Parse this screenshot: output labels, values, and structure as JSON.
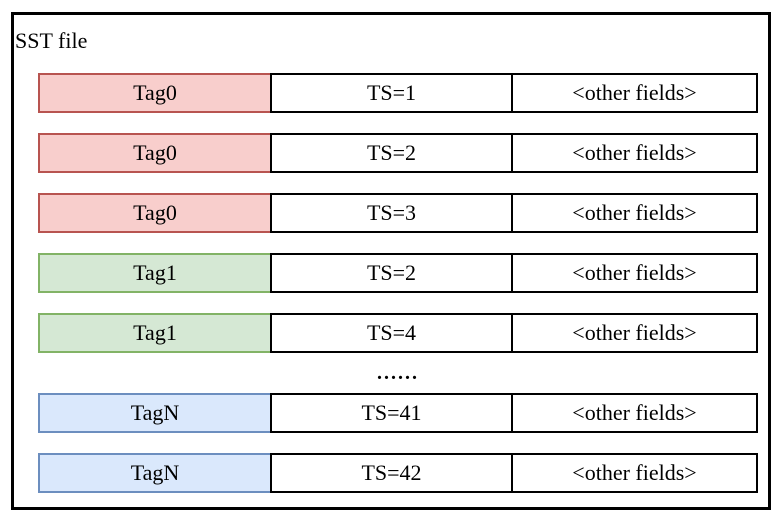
{
  "diagram": {
    "title": "SST file",
    "ellipsis": "......",
    "ellipsis_after_row": 5,
    "columns": [
      "tag",
      "timestamp",
      "other"
    ],
    "colors": {
      "red_fill": "#f8cecc",
      "red_stroke": "#b85450",
      "green_fill": "#d5e8d4",
      "green_stroke": "#82b366",
      "blue_fill": "#dae8fc",
      "blue_stroke": "#6c8ebf",
      "plain_fill": "#ffffff",
      "plain_stroke": "#000000"
    },
    "rows": [
      {
        "tag": "Tag0",
        "ts": "TS=1",
        "other": "<other fields>",
        "color": "red"
      },
      {
        "tag": "Tag0",
        "ts": "TS=2",
        "other": "<other fields>",
        "color": "red"
      },
      {
        "tag": "Tag0",
        "ts": "TS=3",
        "other": "<other fields>",
        "color": "red"
      },
      {
        "tag": "Tag1",
        "ts": "TS=2",
        "other": "<other fields>",
        "color": "green"
      },
      {
        "tag": "Tag1",
        "ts": "TS=4",
        "other": "<other fields>",
        "color": "green"
      },
      {
        "tag": "TagN",
        "ts": "TS=41",
        "other": "<other fields>",
        "color": "blue"
      },
      {
        "tag": "TagN",
        "ts": "TS=42",
        "other": "<other fields>",
        "color": "blue"
      }
    ]
  }
}
